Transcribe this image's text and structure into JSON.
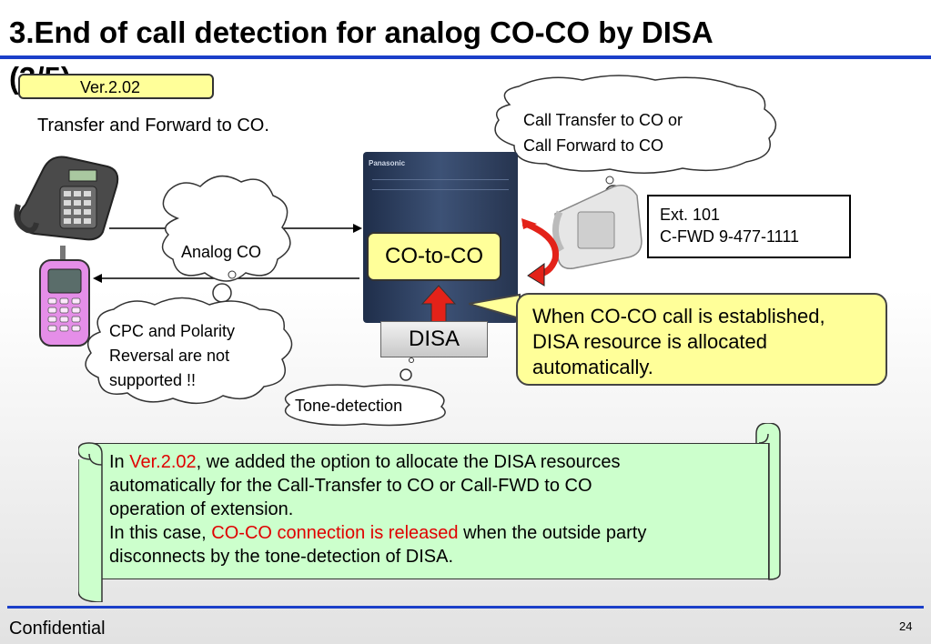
{
  "title": "3.End of call detection for analog CO-CO by DISA",
  "title_suffix": "(3/5)",
  "version_box": "Ver.2.02",
  "transfer_label": "Transfer and Forward to CO.",
  "cloud_top_right": {
    "line1": "Call Transfer to CO or",
    "line2": "Call Forward to CO"
  },
  "ext_box": {
    "line1": "Ext. 101",
    "line2": "C-FWD 9-477-1111"
  },
  "analog_co": "Analog CO",
  "co_to_co": "CO-to-CO",
  "disa": "DISA",
  "callout": {
    "line1": "When CO-CO call is established,",
    "line2": "DISA resource is allocated",
    "line3": "automatically."
  },
  "cpc_cloud": {
    "line1": "CPC and Polarity",
    "line2": "Reversal are not",
    "line3": "supported !!"
  },
  "tone_detection": "Tone-detection",
  "scroll_text": {
    "p1_a": "In ",
    "p1_red": "Ver.2.02",
    "p1_b": ", we added the option to allocate the DISA resources",
    "p1_c": "automatically for the Call-Transfer to CO or Call-FWD to CO",
    "p1_d": "operation of extension.",
    "p2_a": "In this case, ",
    "p2_red": "CO-CO connection is released",
    "p2_b": " when the outside party",
    "p2_c": "disconnects by the tone-detection of DISA."
  },
  "device_brand": "Panasonic",
  "footer": {
    "confidential": "Confidential",
    "page": "24"
  },
  "colors": {
    "accent": "#1b3fc9",
    "highlight": "#ffff99",
    "note": "#ccffcc",
    "emphasis": "#e00000",
    "arrow": "#e32219"
  }
}
